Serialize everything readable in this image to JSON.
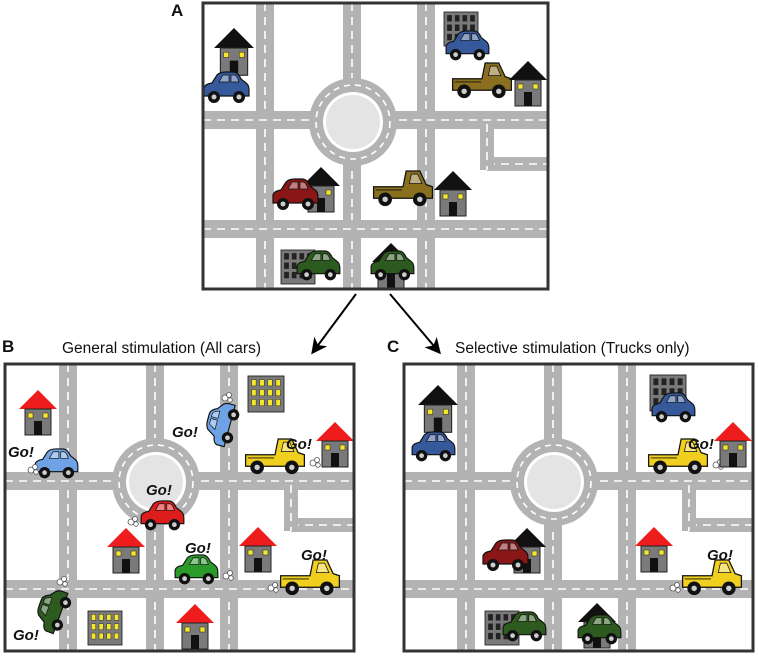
{
  "panels": {
    "a": {
      "letter": "A"
    },
    "b": {
      "letter": "B",
      "caption": "General stimulation (All cars)",
      "go_text": "Go!"
    },
    "c": {
      "letter": "C",
      "caption": "Selective stimulation (Trucks only)",
      "go_text": "Go!"
    }
  },
  "colors": {
    "road": "#b3b3b3",
    "lane_marking": "#ffffff",
    "house_roof_dark": "#111111",
    "house_roof_red": "#ee1c1c",
    "house_wall": "#7a7a7a",
    "window_dark": "#222222",
    "window_lit": "#f5e62b",
    "car_blue_dark": "#35599a",
    "car_blue_light": "#6ea2e4",
    "car_red_dark": "#8a1616",
    "car_red": "#dd1c1c",
    "car_green_dark": "#2c5a1f",
    "car_green": "#2a9a2a",
    "truck_olive": "#8a6f1e",
    "truck_yellow": "#f0cf1e"
  },
  "icons": [
    "house-icon",
    "building-icon",
    "car-icon",
    "truck-icon",
    "roundabout-icon",
    "arrow-icon",
    "exhaust-icon"
  ]
}
